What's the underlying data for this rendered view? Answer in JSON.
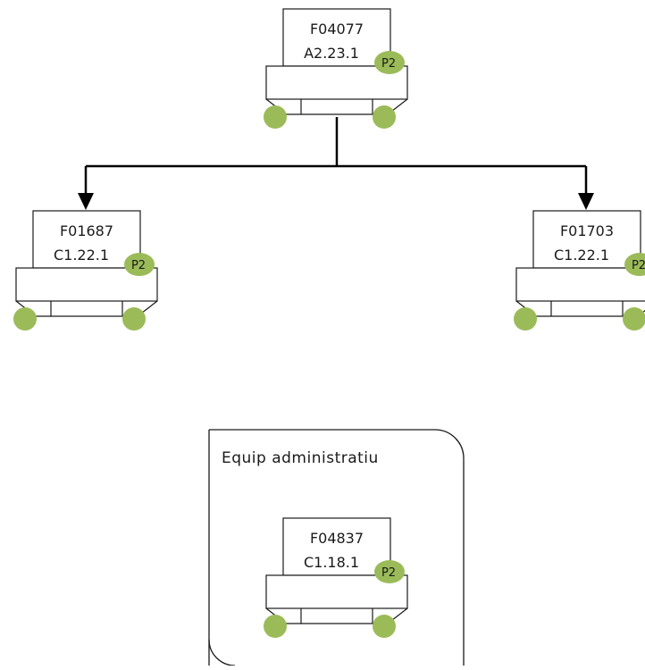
{
  "nodes": [
    {
      "id": "F04077",
      "line1": "F04077",
      "line2": "A2.23.1",
      "badge": "P2"
    },
    {
      "id": "F01687",
      "line1": "F01687",
      "line2": "C1.22.1",
      "badge": "P2"
    },
    {
      "id": "F01703",
      "line1": "F01703",
      "line2": "C1.22.1",
      "badge": "P2"
    },
    {
      "id": "F04837",
      "line1": "F04837",
      "line2": "C1.18.1",
      "badge": "P2"
    }
  ],
  "group": {
    "title": "Equip administratiu"
  },
  "colors": {
    "badge": "#9bbb59",
    "wheel": "#9bbb59",
    "stroke": "#1a1a1a",
    "fill": "#ffffff"
  }
}
